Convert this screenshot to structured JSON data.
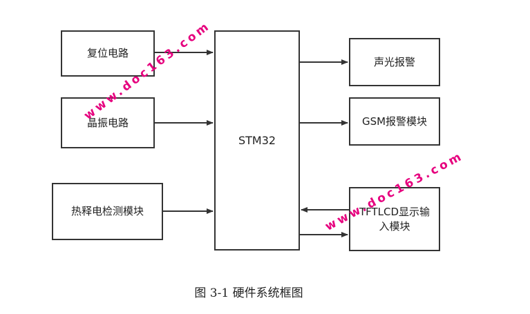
{
  "diagram": {
    "blocks": {
      "reset": "复位电路",
      "oscillator": "晶振电路",
      "pir": "热释电检测模块",
      "mcu": "STM32",
      "alarm": "声光报警",
      "gsm": "GSM报警模块",
      "tft": "TFTLCD显示输入模块"
    },
    "caption": "图 3-1  硬件系统框图"
  },
  "watermark": "www.doc163.com",
  "colors": {
    "border": "#333333",
    "arrow": "#333333",
    "watermark": "#e6007e"
  }
}
